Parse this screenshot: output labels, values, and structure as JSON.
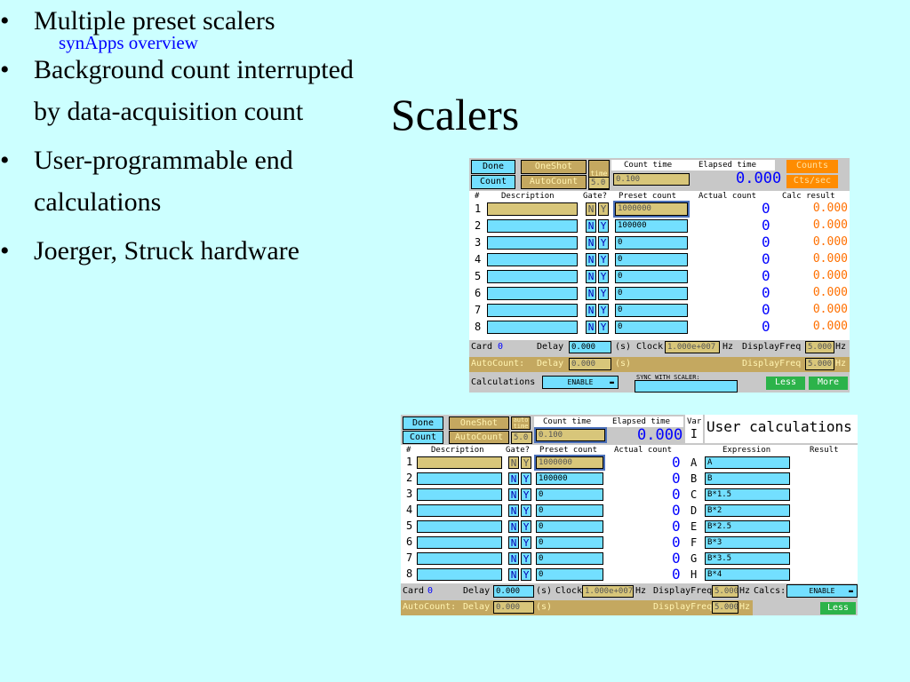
{
  "slide": {
    "header_link": "synApps overview",
    "title": "Scalers",
    "bullets": [
      "Multiple preset scalers",
      "Background count interrupted by data-acquisition count",
      "User-programmable end calculations",
      "Joerger, Struck hardware"
    ]
  },
  "scaler1": {
    "done": "Done",
    "oneshot": "OneShot",
    "time": "time",
    "count": "Count",
    "autocount": "AutoCount",
    "autocount_val": "5.0",
    "count_time_label": "Count time",
    "elapsed_label": "Elapsed time",
    "count_time_val": "0.100",
    "elapsed_val": "0.000",
    "counts_btn": "Counts",
    "cts_btn": "Cts/sec",
    "headers": {
      "num": "#",
      "desc": "Description",
      "gate": "Gate?",
      "preset": "Preset count",
      "actual": "Actual count",
      "calc": "Calc result"
    },
    "rows": [
      {
        "num": "1",
        "preset": "1000000",
        "actual": "0",
        "calc": "0.000"
      },
      {
        "num": "2",
        "preset": "100000",
        "actual": "0",
        "calc": "0.000"
      },
      {
        "num": "3",
        "preset": "0",
        "actual": "0",
        "calc": "0.000"
      },
      {
        "num": "4",
        "preset": "0",
        "actual": "0",
        "calc": "0.000"
      },
      {
        "num": "5",
        "preset": "0",
        "actual": "0",
        "calc": "0.000"
      },
      {
        "num": "6",
        "preset": "0",
        "actual": "0",
        "calc": "0.000"
      },
      {
        "num": "7",
        "preset": "0",
        "actual": "0",
        "calc": "0.000"
      },
      {
        "num": "8",
        "preset": "0",
        "actual": "0",
        "calc": "0.000"
      }
    ],
    "gate_n": "N",
    "gate_y": "Y",
    "card_label": "Card",
    "card_val": "0",
    "delay_label": "Delay",
    "delay_val": "0.000",
    "delay_unit": "(s)",
    "clock_label": "Clock",
    "clock_val": "1.000e+007",
    "hz": "Hz",
    "dispfreq_label": "DisplayFreq",
    "dispfreq_val": "5.000",
    "autocount_label": "AutoCount:",
    "auto_delay_label": "Delay",
    "auto_delay_val": "0.000",
    "auto_delay_unit": "(s)",
    "auto_dispfreq_label": "DisplayFreq",
    "auto_dispfreq_val": "5.000",
    "auto_hz": "Hz",
    "calculations_label": "Calculations",
    "enable": "ENABLE",
    "sync_label": "SYNC WITH SCALER:",
    "less": "Less",
    "more": "More"
  },
  "scaler2": {
    "done": "Done",
    "oneshot": "OneShot",
    "auto": "auto",
    "time": "time",
    "count": "Count",
    "autocount": "AutoCount",
    "autocount_val": "5.0",
    "count_time_label": "Count time",
    "elapsed_label": "Elapsed time",
    "count_time_val": "0.100",
    "elapsed_val": "0.000",
    "var_label": "Var",
    "var_i": "I",
    "user_calc_title": "User calculations",
    "headers": {
      "num": "#",
      "desc": "Description",
      "gate": "Gate?",
      "preset": "Preset count",
      "actual": "Actual count",
      "expr": "Expression",
      "result": "Result"
    },
    "rows": [
      {
        "num": "1",
        "preset": "1000000",
        "actual": "0",
        "var": "A",
        "expr": "A"
      },
      {
        "num": "2",
        "preset": "100000",
        "actual": "0",
        "var": "B",
        "expr": "B"
      },
      {
        "num": "3",
        "preset": "0",
        "actual": "0",
        "var": "C",
        "expr": "B*1.5"
      },
      {
        "num": "4",
        "preset": "0",
        "actual": "0",
        "var": "D",
        "expr": "B*2"
      },
      {
        "num": "5",
        "preset": "0",
        "actual": "0",
        "var": "E",
        "expr": "B*2.5"
      },
      {
        "num": "6",
        "preset": "0",
        "actual": "0",
        "var": "F",
        "expr": "B*3"
      },
      {
        "num": "7",
        "preset": "0",
        "actual": "0",
        "var": "G",
        "expr": "B*3.5"
      },
      {
        "num": "8",
        "preset": "0",
        "actual": "0",
        "var": "H",
        "expr": "B*4"
      }
    ],
    "gate_n": "N",
    "gate_y": "Y",
    "card_label": "Card",
    "card_val": "0",
    "delay_label": "Delay",
    "delay_val": "0.000",
    "delay_unit": "(s)",
    "clock_label": "Clock",
    "clock_val": "1.000e+007",
    "hz": "Hz",
    "dispfreq_label": "DisplayFreq",
    "dispfreq_val": "5.000",
    "calcs_label": "Calcs:",
    "enable": "ENABLE",
    "autocount_label": "AutoCount:",
    "auto_delay_label": "Delay",
    "auto_delay_val": "0.000",
    "auto_delay_unit": "(s)",
    "auto_dispfreq_label": "DisplayFreq",
    "auto_dispfreq_val": "5.000",
    "auto_hz": "Hz",
    "less": "Less"
  },
  "colors": {
    "background": "#ccffff",
    "link": "#0000ff",
    "panel": "#c8c8c8",
    "field_blue": "#73dfff",
    "tan": "#c4a860",
    "orange": "#ff8c00",
    "green": "#2cb34a",
    "calc_orange": "#ff7000"
  }
}
